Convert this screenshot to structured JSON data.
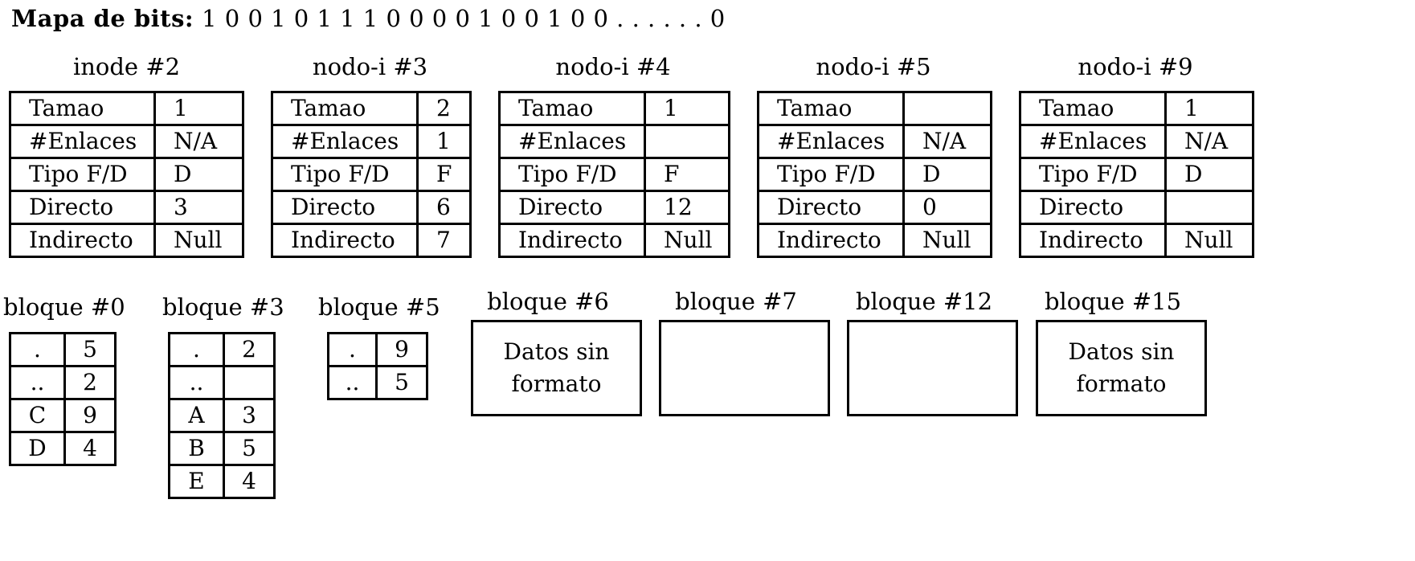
{
  "bitmap": {
    "label": "Mapa de bits:",
    "bits": "1 0 0 1 0 1 1 1 0 0 0 0 1 0 0 1 0 0 . . . . . .  0"
  },
  "inodes": [
    {
      "title": "inode #2",
      "rows": [
        {
          "key": "Tamao",
          "value": "1"
        },
        {
          "key": "#Enlaces",
          "value": "N/A"
        },
        {
          "key": "Tipo F/D",
          "value": "D"
        },
        {
          "key": "Directo",
          "value": "3"
        },
        {
          "key": "Indirecto",
          "value": "Null"
        }
      ]
    },
    {
      "title": "nodo-i #3",
      "rows": [
        {
          "key": "Tamao",
          "value": "2"
        },
        {
          "key": "#Enlaces",
          "value": "1"
        },
        {
          "key": "Tipo F/D",
          "value": "F"
        },
        {
          "key": "Directo",
          "value": "6"
        },
        {
          "key": "Indirecto",
          "value": "7"
        }
      ]
    },
    {
      "title": "nodo-i #4",
      "rows": [
        {
          "key": "Tamao",
          "value": "1"
        },
        {
          "key": "#Enlaces",
          "value": ""
        },
        {
          "key": "Tipo F/D",
          "value": "F"
        },
        {
          "key": "Directo",
          "value": "12"
        },
        {
          "key": "Indirecto",
          "value": "Null"
        }
      ]
    },
    {
      "title": "nodo-i #5",
      "rows": [
        {
          "key": "Tamao",
          "value": ""
        },
        {
          "key": "#Enlaces",
          "value": "N/A"
        },
        {
          "key": "Tipo F/D",
          "value": "D"
        },
        {
          "key": "Directo",
          "value": "0"
        },
        {
          "key": "Indirecto",
          "value": "Null"
        }
      ]
    },
    {
      "title": "nodo-i #9",
      "rows": [
        {
          "key": "Tamao",
          "value": "1"
        },
        {
          "key": "#Enlaces",
          "value": "N/A"
        },
        {
          "key": "Tipo F/D",
          "value": "D"
        },
        {
          "key": "Directo",
          "value": ""
        },
        {
          "key": "Indirecto",
          "value": "Null"
        }
      ]
    }
  ],
  "dir_blocks": [
    {
      "title": "bloque #0",
      "rows": [
        {
          "name": ".",
          "inode": "5"
        },
        {
          "name": "..",
          "inode": "2"
        },
        {
          "name": "C",
          "inode": "9"
        },
        {
          "name": "D",
          "inode": "4"
        }
      ]
    },
    {
      "title": "bloque #3",
      "rows": [
        {
          "name": ".",
          "inode": "2"
        },
        {
          "name": "..",
          "inode": ""
        },
        {
          "name": "A",
          "inode": "3"
        },
        {
          "name": "B",
          "inode": "5"
        },
        {
          "name": "E",
          "inode": "4"
        }
      ]
    },
    {
      "title": "bloque #5",
      "rows": [
        {
          "name": ".",
          "inode": "9"
        },
        {
          "name": "..",
          "inode": "5"
        }
      ]
    }
  ],
  "data_blocks": [
    {
      "title": "bloque #6",
      "line1": "Datos sin",
      "line2": "formato"
    },
    {
      "title": "bloque #7",
      "line1": "",
      "line2": ""
    },
    {
      "title": "bloque #12",
      "line1": "",
      "line2": ""
    },
    {
      "title": "bloque #15",
      "line1": "Datos sin",
      "line2": "formato"
    }
  ]
}
